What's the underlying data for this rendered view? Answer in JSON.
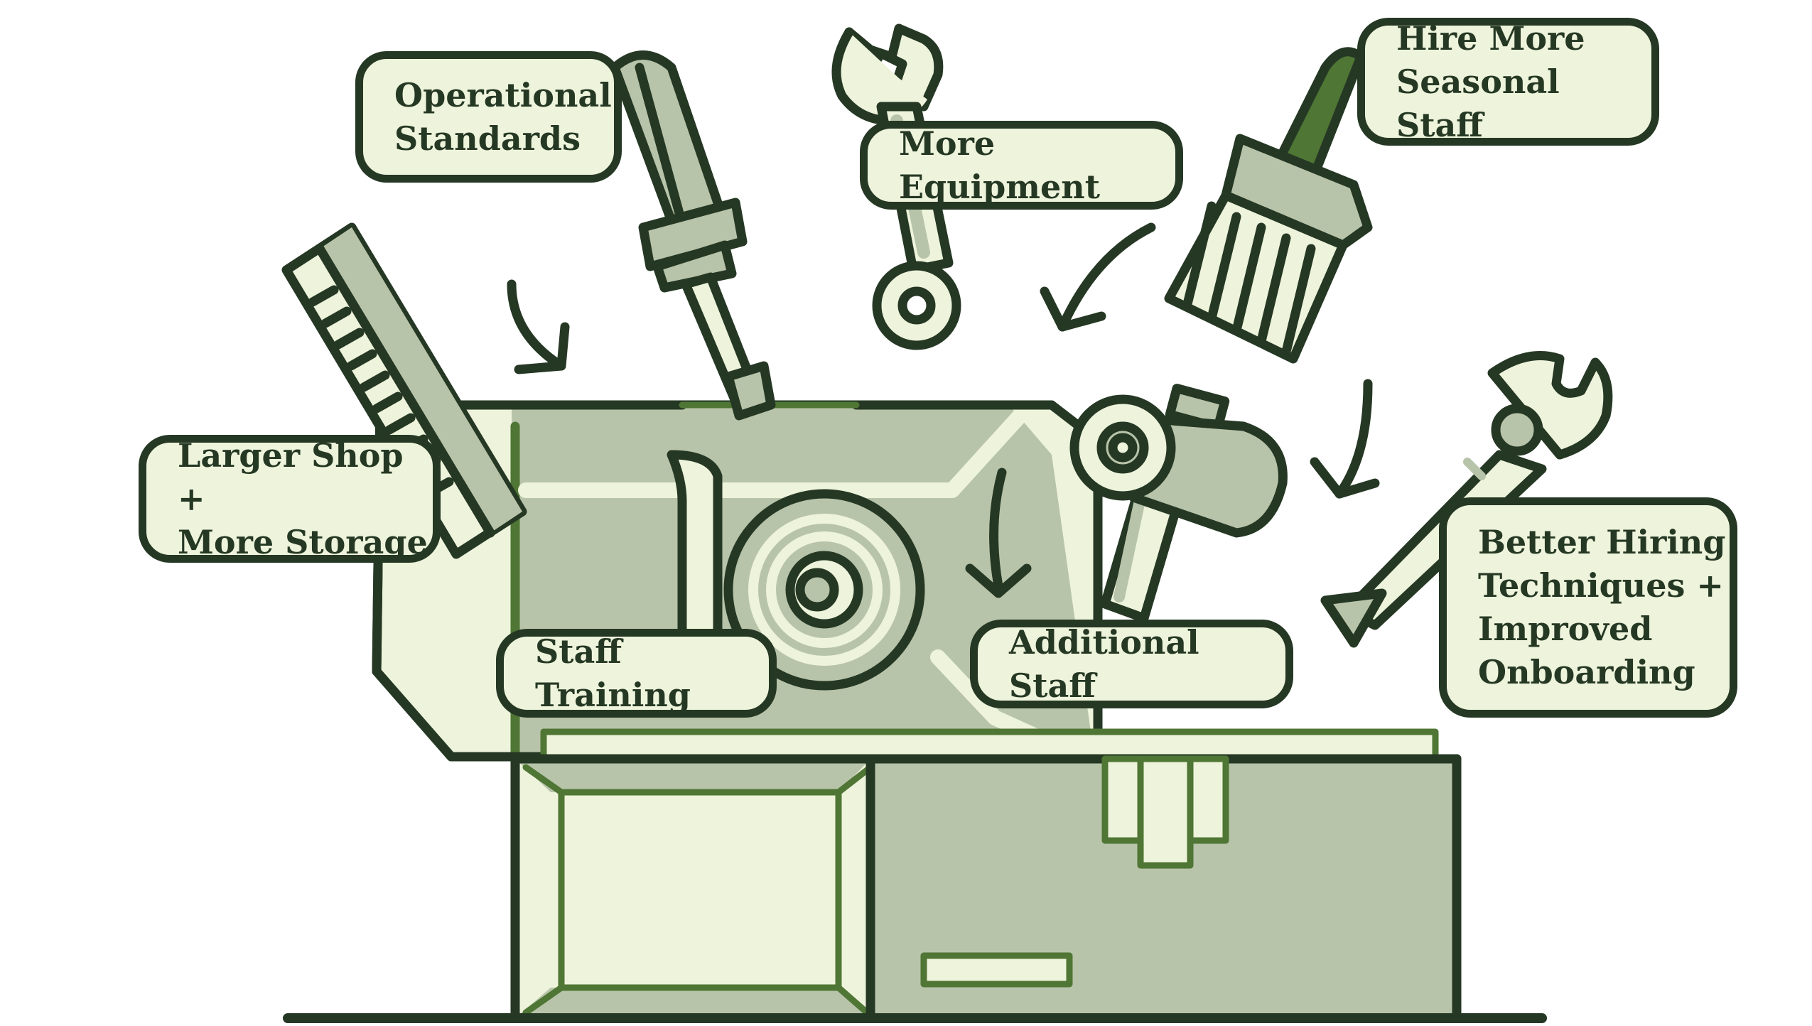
{
  "colors": {
    "outline": "#253824",
    "light_fill": "#eef3db",
    "mid_fill": "#b8c4aa",
    "accent_green": "#4f7634"
  },
  "labels": {
    "operational_standards": "Operational\nStandards",
    "more_equipment": "More Equipment",
    "hire_more_seasonal_staff": "Hire More\nSeasonal Staff",
    "larger_shop_more_storage": "Larger Shop +\nMore Storage",
    "staff_training": "Staff Training",
    "additional_staff": "Additional Staff",
    "better_hiring_techniques": "Better Hiring\nTechniques +\nImproved\nOnboarding"
  },
  "icons": [
    "ruler-icon",
    "screwdriver-icon",
    "wrench-icon",
    "paint-brush-icon",
    "adjustable-wrench-icon",
    "tape-roll-icon",
    "hammer-icon",
    "toolbox-icon"
  ]
}
